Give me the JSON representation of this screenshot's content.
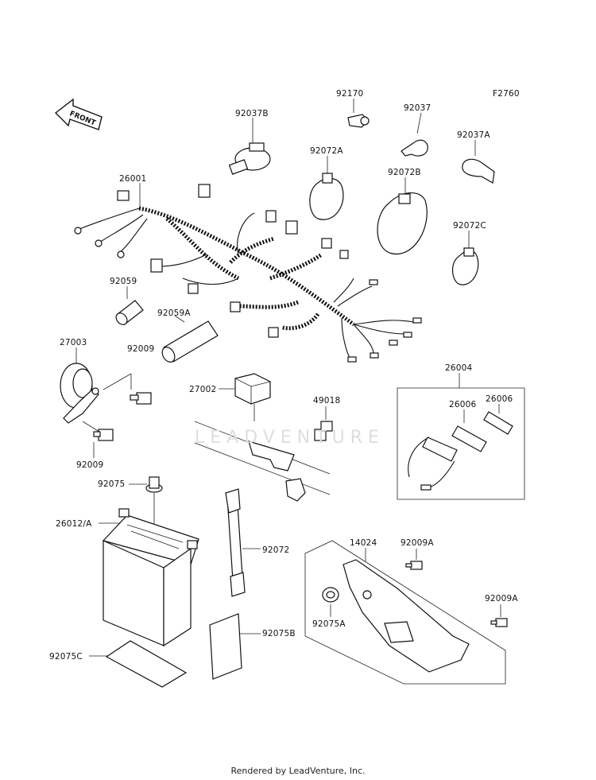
{
  "figure_code": "F2760",
  "front_label": "FRONT",
  "watermark": "LEADVENTURE",
  "footer": "Rendered by LeadVenture, Inc.",
  "labels": {
    "p26001": "26001",
    "p92037B": "92037B",
    "p92170": "92170",
    "p92037": "92037",
    "p92037A": "92037A",
    "p92072A": "92072A",
    "p92072B": "92072B",
    "p92072C": "92072C",
    "p92059": "92059",
    "p92059A": "92059A",
    "p27003": "27003",
    "p92009_top": "92009",
    "p92009_bot": "92009",
    "p27002": "27002",
    "p49018": "49018",
    "p26004": "26004",
    "p26006_a": "26006",
    "p26006_b": "26006",
    "p92075": "92075",
    "p26012A": "26012/A",
    "p92072": "92072",
    "p14024": "14024",
    "p92009A_a": "92009A",
    "p92009A_b": "92009A",
    "p92075A": "92075A",
    "p92075B": "92075B",
    "p92075C": "92075C"
  }
}
